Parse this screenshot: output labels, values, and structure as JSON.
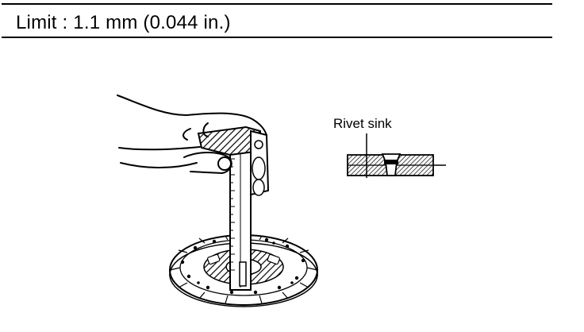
{
  "spec": {
    "limit_label": "Limit :",
    "limit_value": "1.1 mm (0.044 in.)"
  },
  "figure": {
    "callout_label": "Rivet sink"
  }
}
